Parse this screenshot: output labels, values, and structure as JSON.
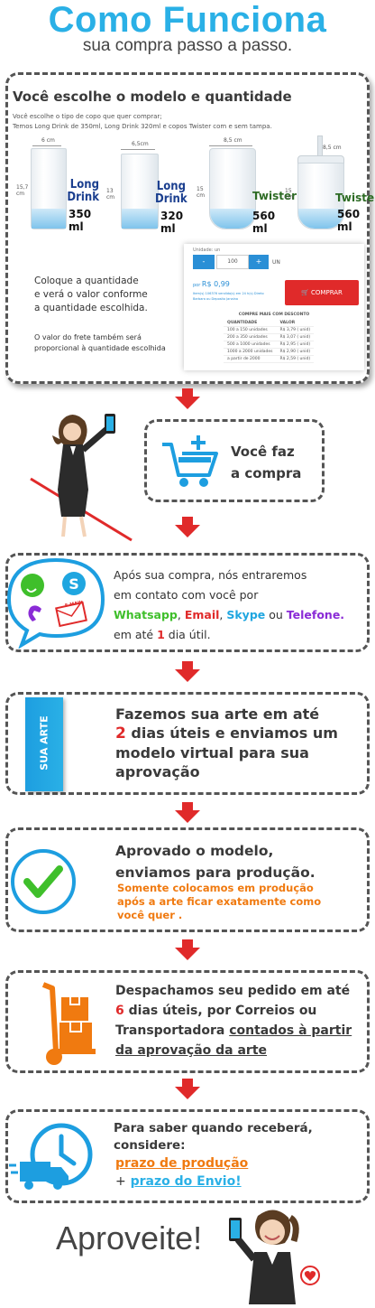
{
  "header": {
    "title": "Como Funciona",
    "subtitle": "sua compra passo a passo."
  },
  "step1": {
    "title": "Você escolhe o modelo e quantidade",
    "desc_line1": "Você escolhe o tipo de copo que quer comprar;",
    "desc_line2": "Temos Long Drink de 350ml, Long Drink 320ml e copos Twister com e sem tampa.",
    "cups": [
      {
        "width": "6 cm",
        "height": "15,7 cm",
        "name_line1": "Long",
        "name_line2": "Drink",
        "volume": "350 ml"
      },
      {
        "width": "6,5cm",
        "height": "13 cm",
        "name_line1": "Long",
        "name_line2": "Drink",
        "volume": "320 ml"
      },
      {
        "width": "8,5 cm",
        "height": "15 cm",
        "name_line1": "Twister",
        "name_line2": "",
        "volume": "560 ml"
      },
      {
        "width": "8,5 cm",
        "height": "15 cm",
        "name_line1": "Twister",
        "name_line2": "",
        "volume": "560 ml"
      }
    ],
    "qty_text_1": "Coloque a quantidade",
    "qty_text_2": "e verá o valor conforme",
    "qty_text_3": "a quantidade escolhida.",
    "freight_1": "O valor do frete também será",
    "freight_2": "proporcional à quantidade escolhida",
    "widget": {
      "unit_label": "Unidade: un",
      "minus": "-",
      "qty": "100",
      "plus": "+",
      "un": "UN",
      "price_prefix": "por",
      "price": "R$ 0,99",
      "stock_line1": "Item(s) 106376 vendido(s) em 24 h(s) Direto",
      "stock_line2": "Barbara ou Deposito Janaina",
      "buy_label": "COMPRAR",
      "discount_title": "COMPRE MAIS COM DESCONTO",
      "col_qty": "QUANTIDADE",
      "col_val": "VALOR",
      "rows": [
        [
          "100 a 150 unidades",
          "R$ 3,79 ( unid)"
        ],
        [
          "200 a 350 unidades",
          "R$ 3,07 ( unid)"
        ],
        [
          "500 a 1000 unidades",
          "R$ 2,95 ( unid)"
        ],
        [
          "1000 a 2000 unidades",
          "R$ 2,90 ( unid)"
        ],
        [
          "a partir de 2000",
          "R$ 2,59 ( unid)"
        ]
      ]
    }
  },
  "step2": {
    "line1": "Você faz",
    "line2": "a compra"
  },
  "step3": {
    "line1": "Após sua compra, nós entraremos",
    "line2": "em contato com você por",
    "whatsapp": "Whatsapp",
    "email": "Email",
    "skype": "Skype",
    "or": "ou",
    "phone": "Telefone.",
    "line4_a": "em até",
    "line4_num": "1",
    "line4_b": "dia útil.",
    "email_badge": "E-MAIL",
    "colors": {
      "whatsapp": "#3fbf2b",
      "email": "#e02a2a",
      "skype": "#1fa6e0",
      "phone": "#8a2bd6"
    }
  },
  "step4": {
    "line1": "Fazemos sua arte em até",
    "num": "2",
    "line2b": "dias úteis e enviamos um",
    "line3": "modelo virtual para sua",
    "line4": "aprovação",
    "badge": "SUA ARTE"
  },
  "step5": {
    "line1": "Aprovado o modelo,",
    "line2": "enviamos para produção.",
    "note1": "Somente colocamos em produção",
    "note2": "após a arte ficar exatamente como",
    "note3": "você quer ."
  },
  "step6": {
    "line1": "Despachamos seu pedido em até",
    "num": "6",
    "line2b": "dias úteis, por Correios ou",
    "line3a": "Transportadora",
    "line3b": "contados à partir",
    "line4": "da aprovação da arte"
  },
  "step7": {
    "line1": "Para saber quando receberá,",
    "line2": "considere:",
    "prod": "prazo de produção",
    "plus": "+",
    "ship": "prazo do Envio!"
  },
  "footer": {
    "text": "Aproveite!"
  },
  "colors": {
    "accent": "#2ab0e6",
    "arrow": "#e02a2a",
    "orange": "#f07a10",
    "green": "#3fbf2b"
  }
}
